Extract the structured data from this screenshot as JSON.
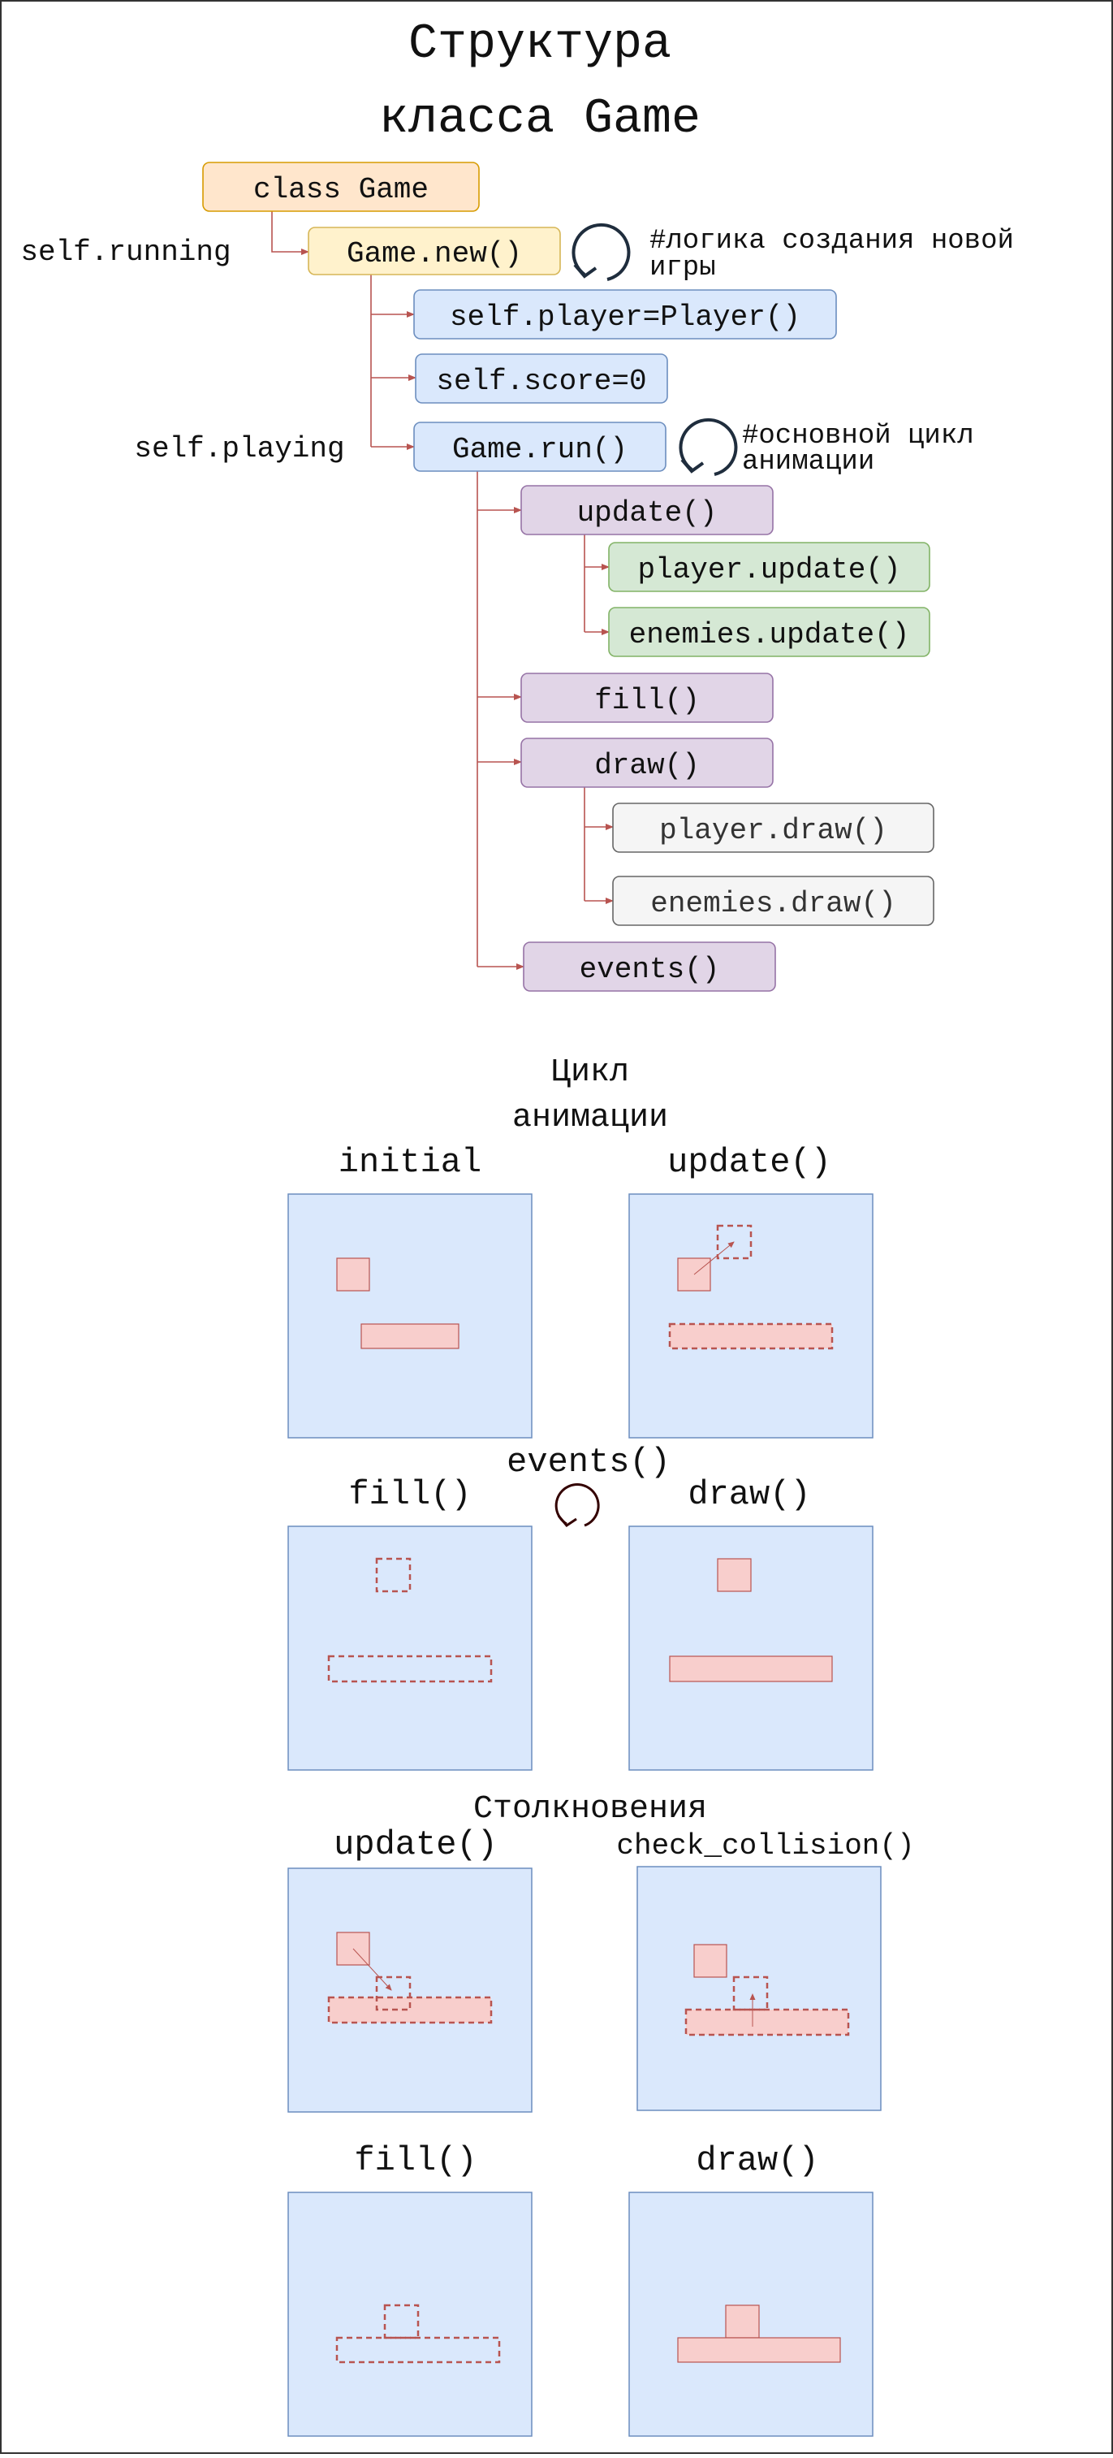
{
  "title": {
    "line1": "Структура",
    "line2": "класса Game"
  },
  "tree": {
    "nodes": [
      {
        "id": "class-game",
        "label": "class Game",
        "color": "orange"
      },
      {
        "id": "game-new",
        "label": "Game.new()",
        "color": "yellow"
      },
      {
        "id": "self-player",
        "label": "self.player=Player()",
        "color": "blue"
      },
      {
        "id": "self-score",
        "label": "self.score=0",
        "color": "blue"
      },
      {
        "id": "game-run",
        "label": "Game.run()",
        "color": "blue"
      },
      {
        "id": "update",
        "label": "update()",
        "color": "purple"
      },
      {
        "id": "player-update",
        "label": "player.update()",
        "color": "green"
      },
      {
        "id": "enemies-update",
        "label": "enemies.update()",
        "color": "green"
      },
      {
        "id": "fill",
        "label": "fill()",
        "color": "purple"
      },
      {
        "id": "draw",
        "label": "draw()",
        "color": "purple"
      },
      {
        "id": "player-draw",
        "label": "player.draw()",
        "color": "gray"
      },
      {
        "id": "enemies-draw",
        "label": "enemies.draw()",
        "color": "gray"
      },
      {
        "id": "events",
        "label": "events()",
        "color": "purple"
      }
    ],
    "side_labels": {
      "running": "self.running",
      "playing": "self.playing"
    },
    "notes": {
      "new_line1": "#логика создания новой",
      "new_line2": "игры",
      "run_line1": "#основной цикл",
      "run_line2": "анимации"
    }
  },
  "animation_loop": {
    "title_line1": "Цикл",
    "title_line2": "анимации",
    "panels": [
      "initial",
      "update()",
      "fill()",
      "draw()"
    ],
    "center_label": "events()"
  },
  "collisions": {
    "title": "Столкновения",
    "panels": [
      "update()",
      "check_collision()",
      "fill()",
      "draw()"
    ]
  },
  "colors": {
    "orange": {
      "fill": "#ffe6cc",
      "stroke": "#d79b00"
    },
    "yellow": {
      "fill": "#fff2cc",
      "stroke": "#d6b656"
    },
    "blue": {
      "fill": "#dae8fc",
      "stroke": "#6c8ebf"
    },
    "purple": {
      "fill": "#e1d5e7",
      "stroke": "#9673a6"
    },
    "green": {
      "fill": "#d5e8d4",
      "stroke": "#82b366"
    },
    "gray": {
      "fill": "#f5f5f5",
      "stroke": "#666666"
    },
    "connector": "#b85450",
    "sprite_fill": "#f8cecc",
    "sprite_stroke": "#b85450",
    "panel_fill": "#dae8fc",
    "panel_stroke": "#6c8ebf",
    "loop_icon": "#1f2d3d"
  }
}
